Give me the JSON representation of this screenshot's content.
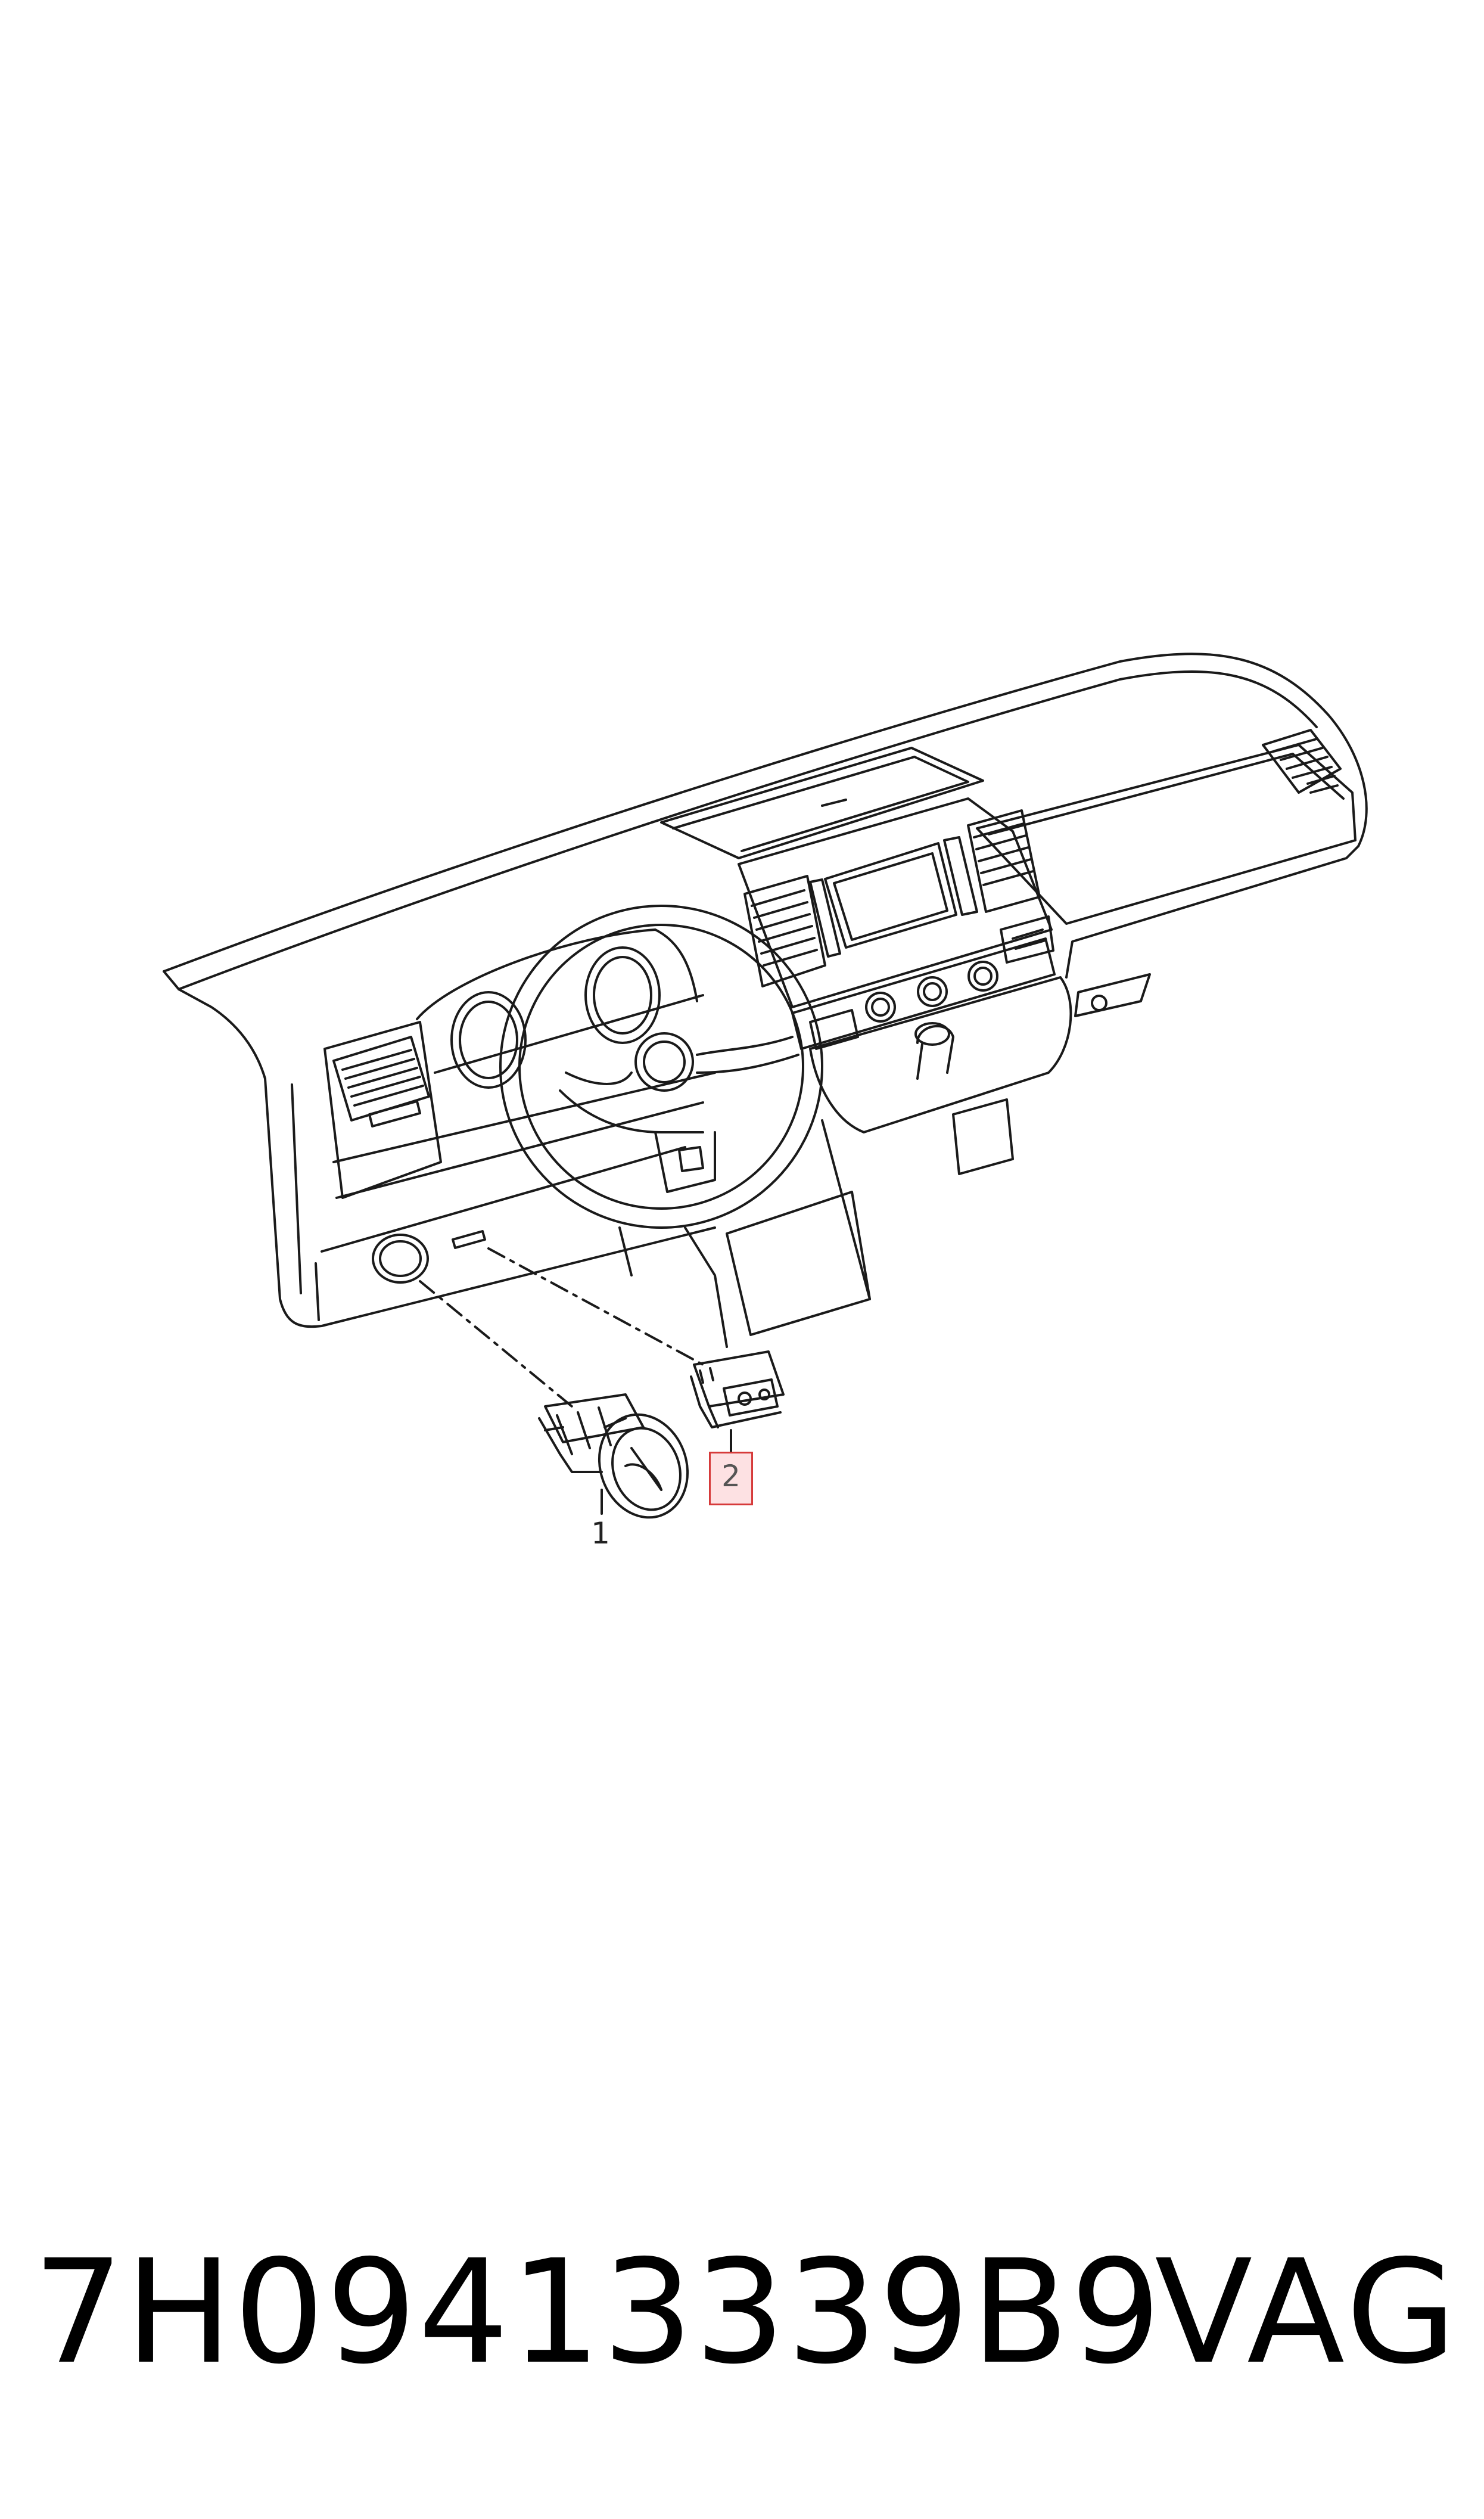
{
  "callouts": [
    {
      "id": "1",
      "highlighted": false
    },
    {
      "id": "2",
      "highlighted": true
    }
  ],
  "footer": {
    "part_number": "7H09413339B9",
    "brand": "VAG"
  },
  "colors": {
    "line": "#1a1a1a",
    "highlight_border": "#d63a3a",
    "highlight_fill": "#fde1e3"
  }
}
